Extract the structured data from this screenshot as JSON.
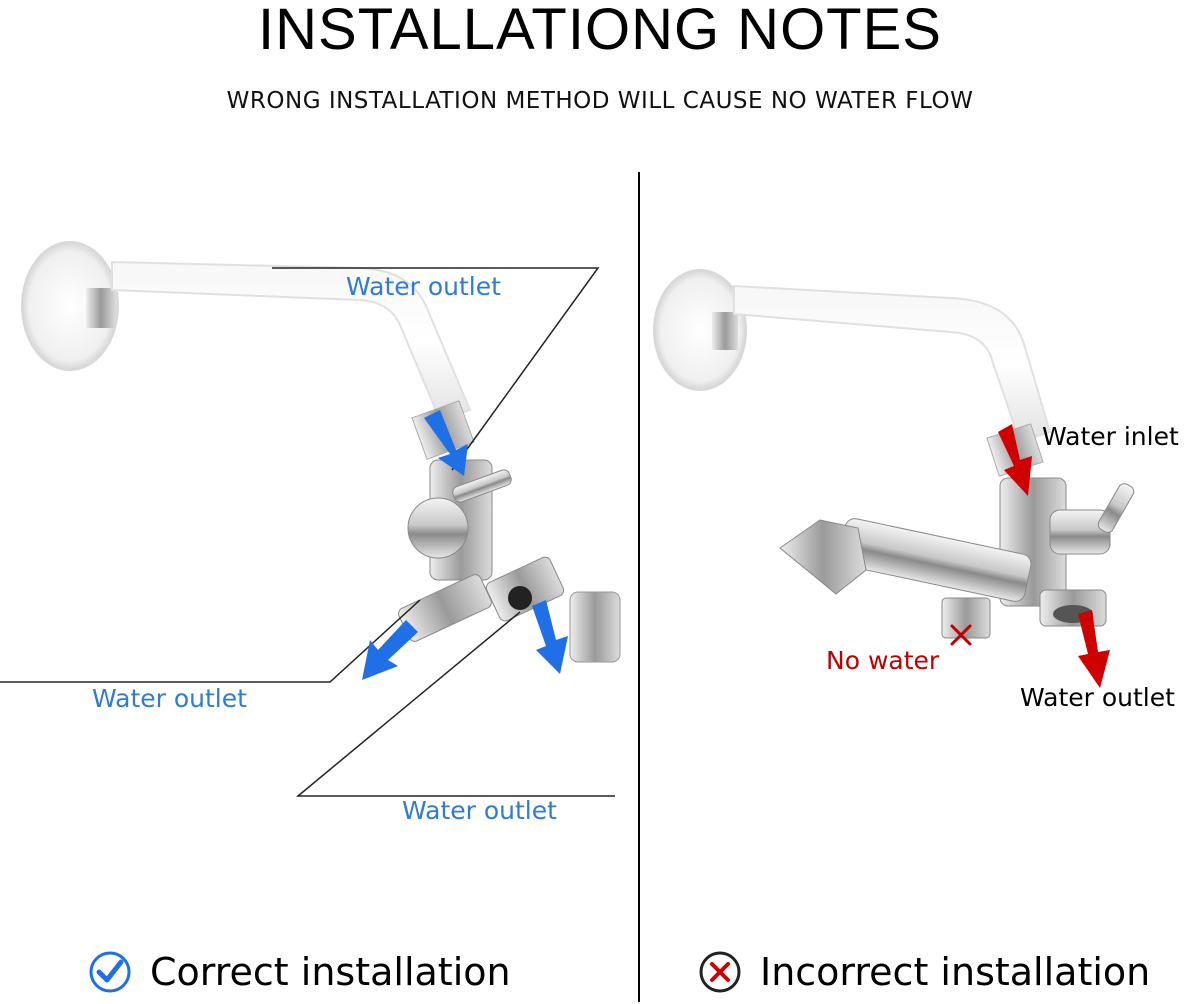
{
  "header": {
    "title": "INSTALLATIONG NOTES",
    "subtitle": "WRONG INSTALLATION METHOD WILL CAUSE NO WATER FLOW"
  },
  "left_panel": {
    "label_top": "Water outlet",
    "label_left": "Water outlet",
    "label_bottom": "Water outlet",
    "caption": "Correct installation",
    "caption_icon": "check-circle-icon"
  },
  "right_panel": {
    "label_inlet": "Water inlet",
    "label_no_water": "No water",
    "label_outlet": "Water outlet",
    "caption": "Incorrect installation",
    "caption_icon": "x-circle-icon"
  },
  "colors": {
    "blue_arrow": "#1f6fe6",
    "red_arrow": "#d00000",
    "label_blue": "#2f7bd8",
    "label_red": "#c00000"
  }
}
